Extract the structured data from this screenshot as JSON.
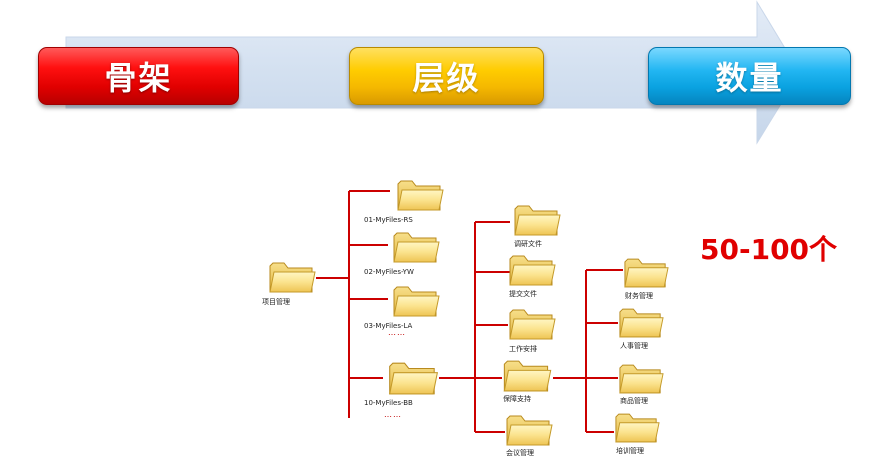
{
  "header": {
    "stage1": "骨架",
    "stage2": "层级",
    "stage3": "数量"
  },
  "count_label": "50-100个",
  "tree": {
    "root": "项目管理",
    "level1": [
      "01-MyFiles-RS",
      "02-MyFiles-YW",
      "03-MyFiles-LA",
      "10-MyFiles-BB"
    ],
    "level1_ellipsis": [
      "……",
      "……"
    ],
    "level2": [
      "调研文件",
      "提交文件",
      "工作安排",
      "保障支持",
      "会议管理"
    ],
    "level3": [
      "财务管理",
      "人事管理",
      "商品管理",
      "培训管理"
    ]
  },
  "colors": {
    "connector": "#cc0000",
    "red": "#ee0000",
    "yellow": "#ffcc00",
    "blue": "#11aaee",
    "count": "#e00000"
  }
}
